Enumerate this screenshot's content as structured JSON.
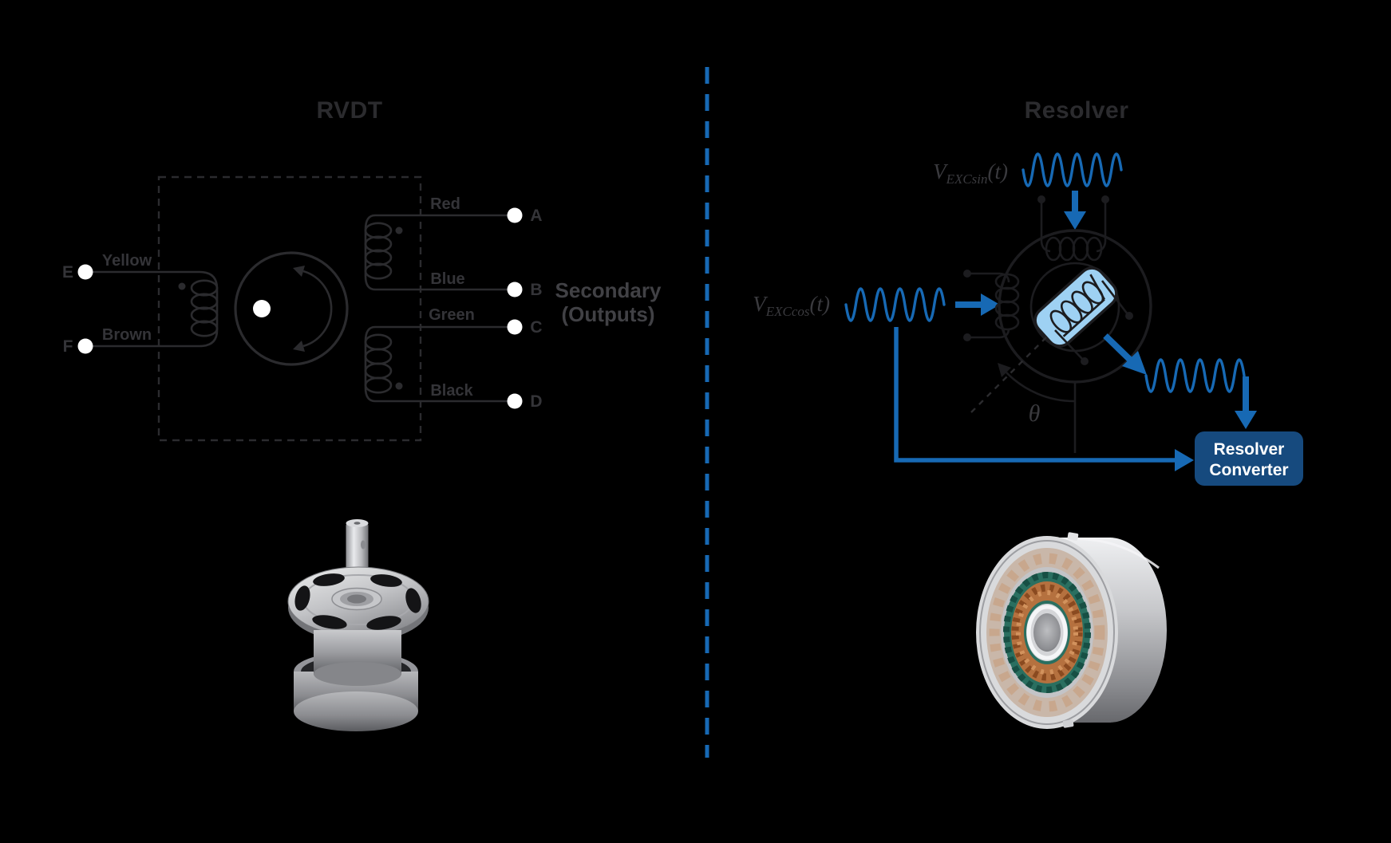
{
  "background": "#000000",
  "colors": {
    "accent_blue": "#1769b4",
    "rotor_blue": "#9ed1f3",
    "navy_box": "#164a7e",
    "line_dark": "#1c1c1f",
    "line_gray": "#2b2b2e",
    "text_gray": "#343438",
    "terminal_white": "#ffffff"
  },
  "rvdt": {
    "title": "RVDT",
    "terminals": {
      "e": "E",
      "f": "F",
      "a": "A",
      "b": "B",
      "c": "C",
      "d": "D"
    },
    "wires": {
      "primary_top": "Yellow",
      "primary_bottom": "Brown",
      "secondary1_top": "Red",
      "secondary1_bottom": "Blue",
      "secondary2_top": "Green",
      "secondary2_bottom": "Black"
    },
    "secondary_line1": "Secondary",
    "secondary_line2": "(Outputs)"
  },
  "resolver": {
    "title": "Resolver",
    "exc_sin": {
      "prefix": "V",
      "sub": "EXCsin",
      "suffix": "(t)"
    },
    "exc_cos": {
      "prefix": "V",
      "sub": "EXCcos",
      "suffix": "(t)"
    },
    "theta": "θ",
    "converter": {
      "line1": "Resolver",
      "line2": "Converter"
    }
  }
}
